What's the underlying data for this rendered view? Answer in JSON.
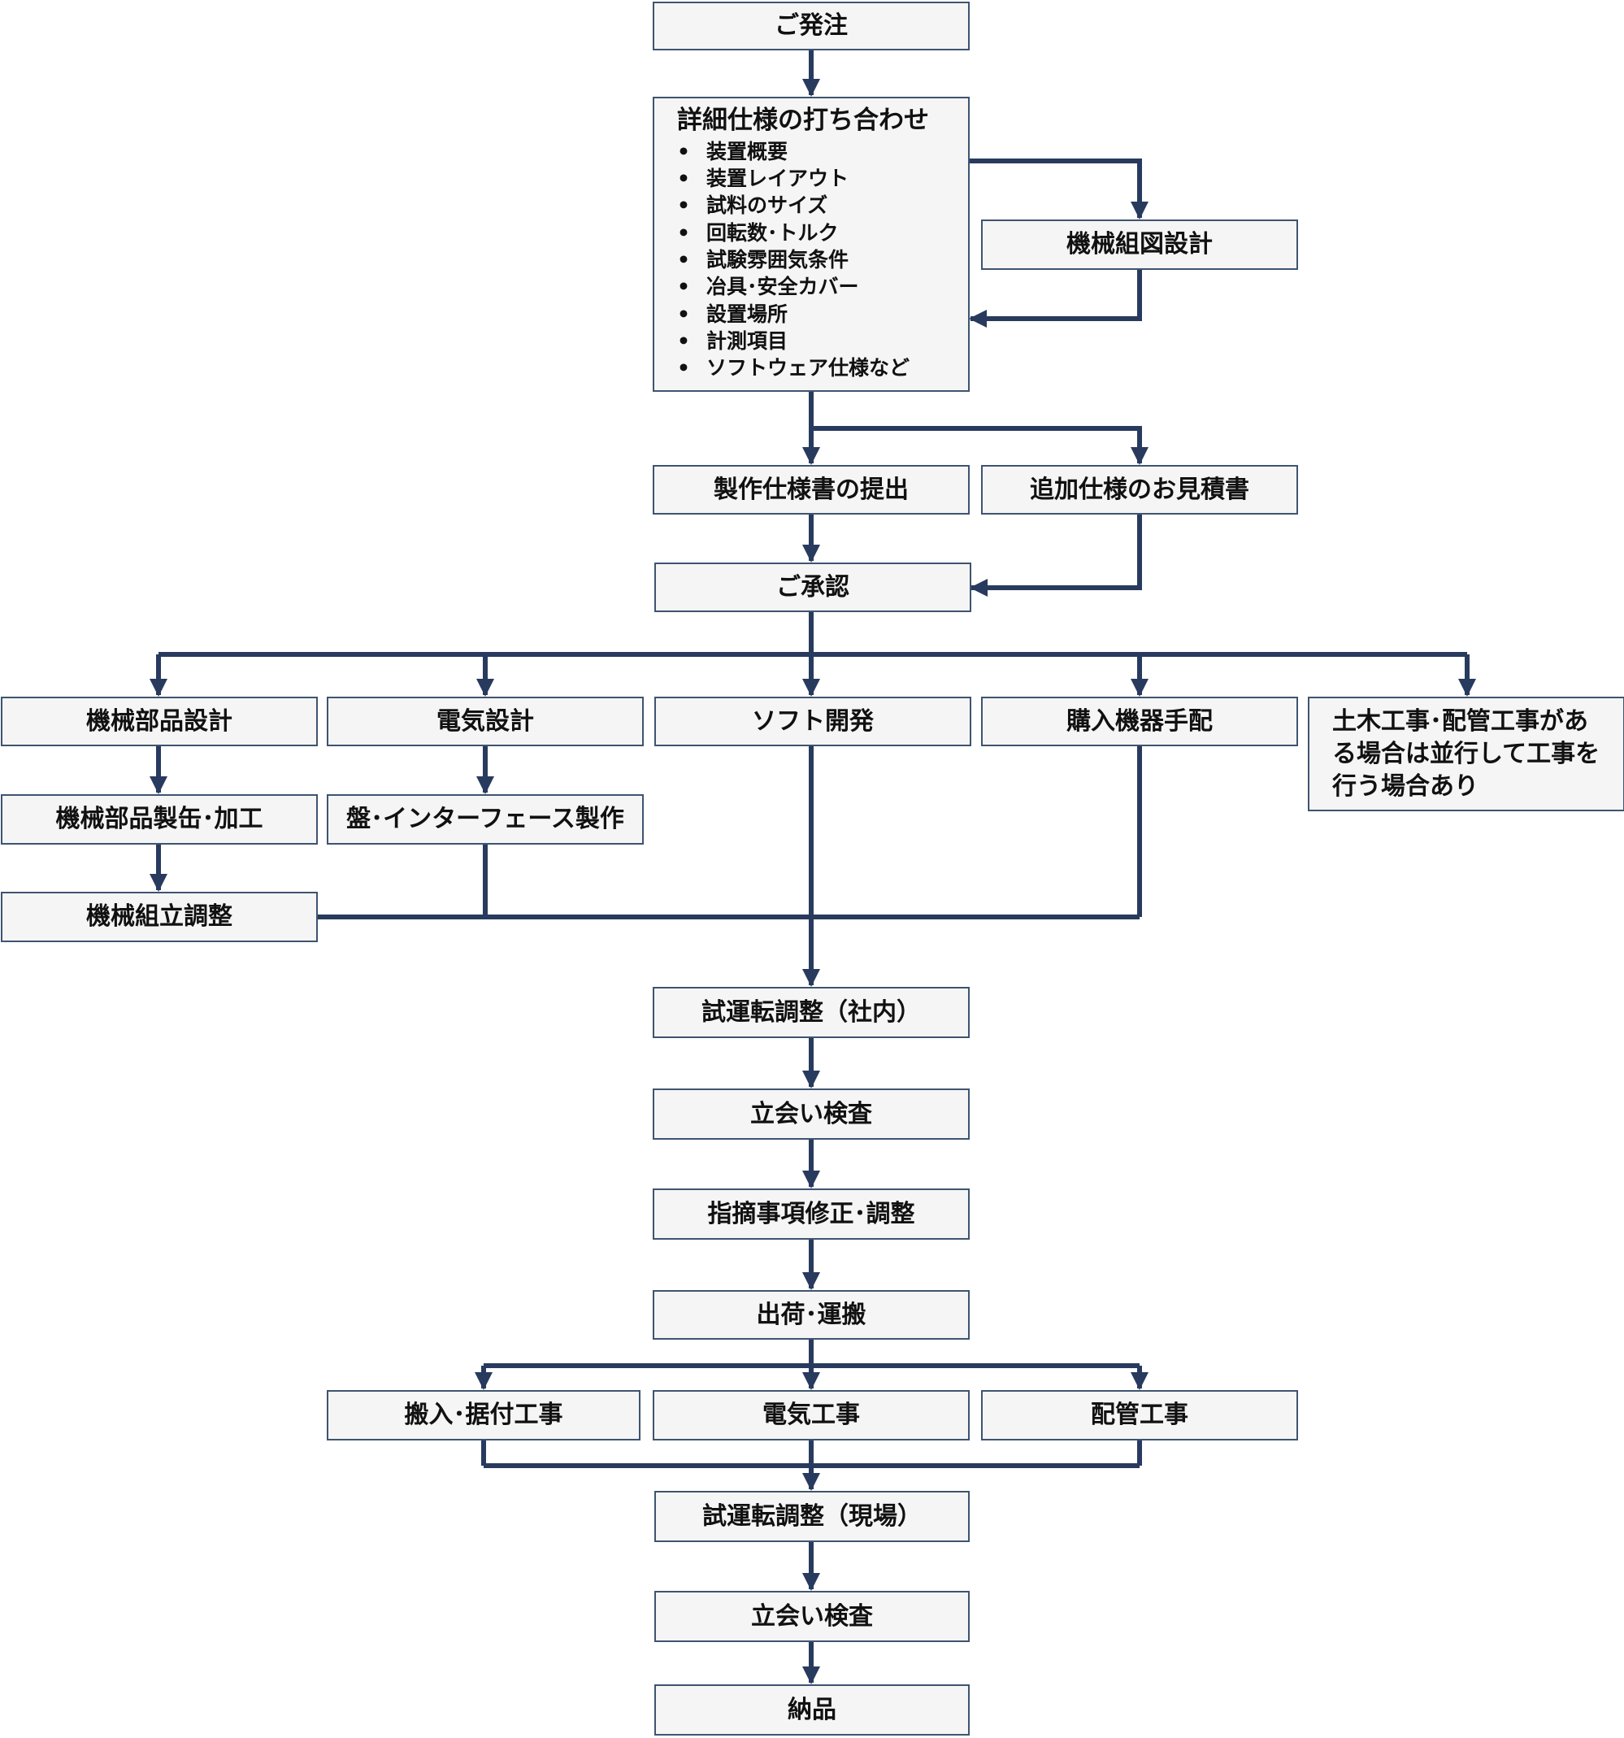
{
  "nodes": {
    "order": "ご発注",
    "spec_meeting": {
      "title": "詳細仕様の打ち合わせ",
      "items": [
        "装置概要",
        "装置レイアウト",
        "試料のサイズ",
        "回転数･トルク",
        "試験雰囲気条件",
        "冶具･安全カバー",
        "設置場所",
        "計測項目",
        "ソフトウェア仕様など"
      ]
    },
    "mech_assembly_drawing": "機械組図設計",
    "spec_submission": "製作仕様書の提出",
    "additional_quote": "追加仕様のお見積書",
    "approval": "ご承認",
    "mech_parts_design": "機械部品設計",
    "electrical_design": "電気設計",
    "software_dev": "ソフト開発",
    "purchase_arrangement": "購入機器手配",
    "civil_note": "土木工事･配管工事がある場合は並行して工事を行う場合あり",
    "mech_parts_fabrication": "機械部品製缶･加工",
    "panel_interface": "盤･インターフェース製作",
    "mech_assembly_adjust": "機械組立調整",
    "trial_run_inhouse": "試運転調整（社内）",
    "witness_inspection_1": "立会い検査",
    "fix_adjust": "指摘事項修正･調整",
    "shipping": "出荷･運搬",
    "installation": "搬入･据付工事",
    "electrical_work": "電気工事",
    "piping_work": "配管工事",
    "trial_run_site": "試運転調整（現場）",
    "witness_inspection_2": "立会い検査",
    "delivery": "納品"
  },
  "colors": {
    "connector": "#283a5e",
    "box_border": "#3e5470",
    "box_fill": "#f5f5f5"
  }
}
